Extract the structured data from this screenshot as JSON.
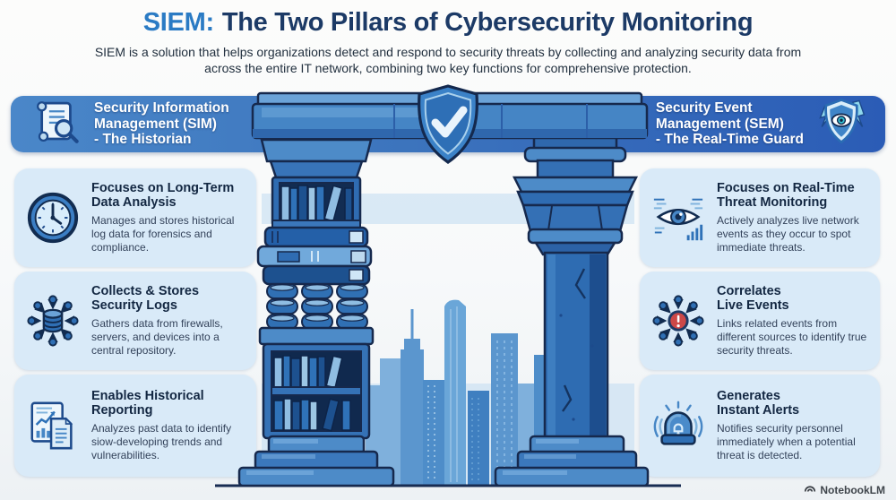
{
  "header": {
    "title_accent": "SIEM:",
    "title_rest": "The Two Pillars of Cybersecurity Monitoring",
    "subtitle": "SIEM is a solution that helps organizations detect and respond to security threats by collecting and analyzing security data from across the entire IT network, combining two key functions for comprehensive protection."
  },
  "banner": {
    "left": {
      "icon": "scroll-magnifier-icon",
      "title": "Security Information\nManagement (SIM)\n- The Historian"
    },
    "right": {
      "icon": "shield-eye-icon",
      "title": "Security Event\nManagement (SEM)\n- The Real-Time Guard"
    }
  },
  "cards": {
    "left": [
      {
        "icon": "clock-icon",
        "title": "Focuses on Long-Term\nData Analysis",
        "body": "Manages and stores historical log data for forensics and compliance."
      },
      {
        "icon": "database-network-icon",
        "title": "Collects & Stores\nSecurity Logs",
        "body": "Gathers data from firewalls, servers, and devices into a central repository."
      },
      {
        "icon": "report-chart-icon",
        "title": "Enables Historical\nReporting",
        "body": "Analyzes past data to identify siow-developing trends and vulnerabilities."
      }
    ],
    "right": [
      {
        "icon": "eye-monitoring-icon",
        "title": "Focuses on Real-Time\nThreat Monitoring",
        "body": "Actively analyzes live network events as they occur to spot immediate threats."
      },
      {
        "icon": "correlation-alert-icon",
        "title": "Correlates\nLive Events",
        "body": "Links related events from different sources to identify true security threats."
      },
      {
        "icon": "siren-alert-icon",
        "title": "Generates\nInstant Alerts",
        "body": "Notifies security personnel immediately when a potential threat is detected."
      }
    ]
  },
  "illustration": {
    "shield_icon": "shield-check-icon",
    "left_pillar": "bookshelf-and-log-archive-pillar",
    "right_pillar": "stone-column-pillar",
    "background": "city-skyline"
  },
  "watermark": {
    "icon": "notebooklm-logo-icon",
    "label": "NotebookLM"
  },
  "colors": {
    "accent_blue": "#2b7bc4",
    "navy": "#1c3a66",
    "banner_left": "#4a87c9",
    "banner_right": "#2b5cb6",
    "card_bg": "#d9eaf8",
    "alert_red": "#cc4848"
  }
}
